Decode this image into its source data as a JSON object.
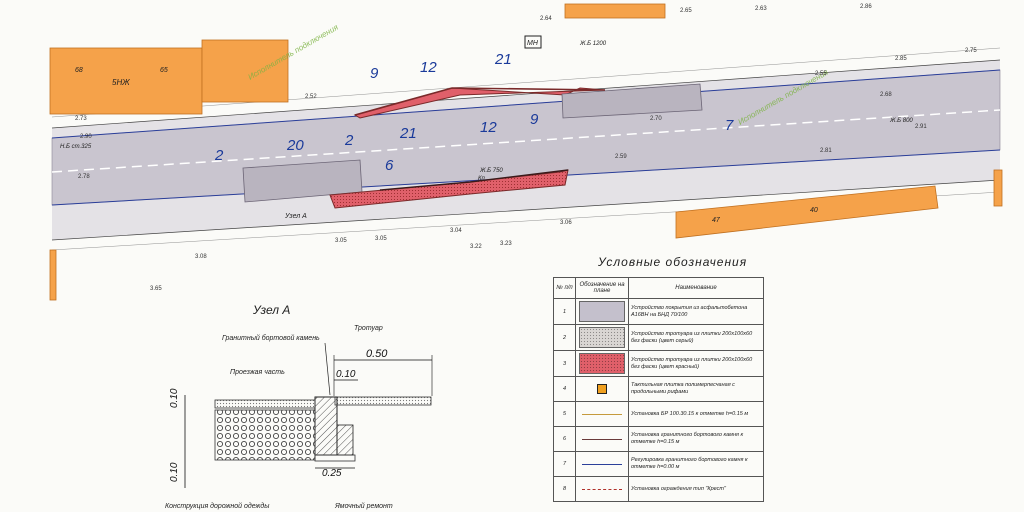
{
  "labels": {
    "node": "Узел А",
    "curb": "Гранитный бортовой камень",
    "sidewalk": "Тротуар",
    "carriageway": "Проезжая часть",
    "pavement_construction": "Конструкция дорожной одежды",
    "patch_repair": "Ямочный ремонт",
    "dim_050": "0.50",
    "dim_010_top": "0.10",
    "dim_025": "0.25",
    "dim_010_left_top": "0.10",
    "dim_010_left_bottom": "0.10"
  },
  "buildings": {
    "b68": "68",
    "b65": "65",
    "b_name": "5НЖ",
    "b47": "47",
    "b40": "40",
    "manhole": "МН"
  },
  "road_segments": {
    "s9a": "9",
    "s12a": "12",
    "s21a": "21",
    "s20": "20",
    "s2": "2",
    "s21b": "21",
    "s12b": "12",
    "s9b": "9",
    "s6": "6",
    "s7": "7",
    "s2b": "2"
  },
  "annotations": {
    "node_ref": "Узел А",
    "pipe1": "Ж.Б 750",
    "pipe2": "Ж.Б 1200",
    "pipe3": "Ж.Б 800",
    "curb_tag": "Кп",
    "chainage": "Н.Б ст.325",
    "stamp1": "Исполнитель подключения",
    "stamp2": "Исполнитель подключения"
  },
  "elevations": {
    "e1": "2.73",
    "e2": "2.90",
    "e3": "2.78",
    "e4": "2.65",
    "e5": "2.55",
    "e6": "2.70",
    "e7": "2.68",
    "e8": "2.64",
    "e9": "2.85",
    "e10": "2.81",
    "e11": "2.59",
    "e12": "2.52",
    "e13": "3.05",
    "e14": "3.05",
    "e15": "3.04",
    "e16": "3.22",
    "e17": "3.23",
    "e18": "3.06",
    "e19": "3.08",
    "e20": "3.65",
    "e21": "2.63",
    "e22": "2.75",
    "e23": "2.86",
    "e24": "2.91"
  },
  "legend": {
    "title": "Условные обозначения",
    "headers": {
      "num": "№ п/п",
      "symbol": "Обозначение на плане",
      "name": "Наименование"
    },
    "rows": [
      {
        "num": "1",
        "kind": "fill",
        "color": "#c4c0cc",
        "pattern": "plain",
        "text": "Устройство покрытия из асфальтобетона А16ВН на БНД 70/100"
      },
      {
        "num": "2",
        "kind": "fill",
        "color": "#d9d6d3",
        "pattern": "dots",
        "text": "Устройство тротуара из плитки 200х100х60 без фаски (цвет серый)"
      },
      {
        "num": "3",
        "kind": "fill",
        "color": "#e0606a",
        "pattern": "dots",
        "text": "Устройство тротуара из плитки 200х100х60 без фаски (цвет красный)"
      },
      {
        "num": "4",
        "kind": "square",
        "color": "#f0a020",
        "text": "Тактильная плитка полимерпесчаная с продольными рифами"
      },
      {
        "num": "5",
        "kind": "line",
        "color": "#c59a3c",
        "text": "Установка БР 100.30.15 к отметке h=0.15 м"
      },
      {
        "num": "6",
        "kind": "line",
        "color": "#6a3a3a",
        "text": "Установка гранитного бортового камня к отметке h=0.15 м"
      },
      {
        "num": "7",
        "kind": "line",
        "color": "#2b3f9a",
        "text": "Регулировка гранитного бортового камня к отметке h=0.00 м"
      },
      {
        "num": "8",
        "kind": "cross",
        "color": "#b0302a",
        "text": "Установка ограждения тип \"Крест\""
      }
    ]
  },
  "colors": {
    "building": "#f5a24a",
    "asphalt": "#c4c0cc",
    "tile_grey": "#b9b4bf",
    "tile_red": "#e0606a",
    "curb_line": "#7a2a2a",
    "blue_line": "#2b3f9a",
    "ink": "#333333"
  }
}
